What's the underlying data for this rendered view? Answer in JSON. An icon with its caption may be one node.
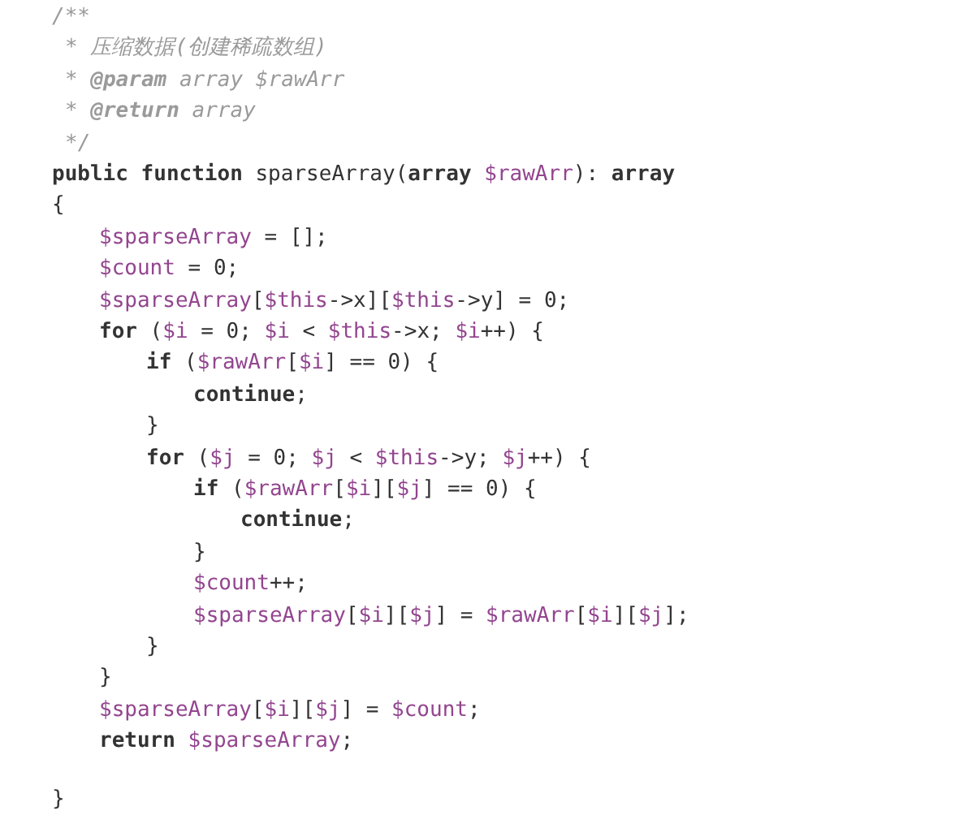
{
  "diagram": {
    "labels": [
      "/**",
      "* 压缩数据(创建稀疏数组)",
      "* **@param** array $rawArr",
      "* **@return** array",
      "*/",
      "**public function** sparseArray(**array** $rawArr): **array**",
      "{",
      "$sparseArray = [];",
      "$count = 0;",
      "$sparseArray[$this->x][$this->y] = 0;",
      "**for** ($i = 0; $i < $this->x; $i++) {",
      "**if** ($rawArr[$i] == 0) {",
      "**continue**;",
      "}",
      "**for** ($j = 0; $j < $this->y; $j++) {",
      "**if** ($rawArr[$i][$j] == 0) {",
      "**continue**;",
      "}",
      "$count++;",
      "$sparseArray[$i][$j] = $rawArr[$i][$j];",
      "}",
      "}",
      "$sparseArray[$i][$j] = $count;",
      "**return** $sparseArray;",
      "}"
    ]
  }
}
